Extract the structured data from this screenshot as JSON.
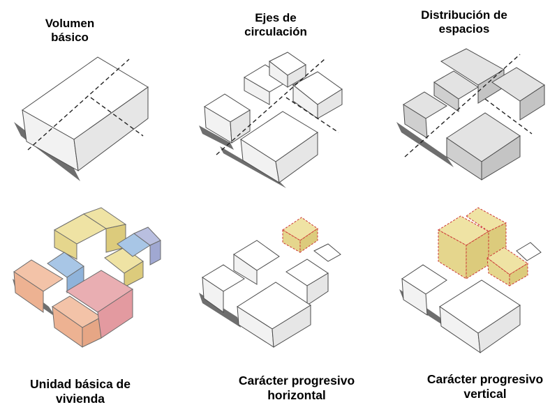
{
  "labels": {
    "volumen": "Volumen\nbásico",
    "ejes": "Ejes de\ncirculación",
    "distribucion": "Distribución de\nespacios",
    "unidad": "Unidad básica de\nvivienda",
    "horizontal": "Carácter progresivo\nhorizontal",
    "vertical": "Carácter progresivo\nvertical"
  },
  "colors": {
    "yellow": "#efe3a4",
    "blue": "#a8c6e6",
    "salmon": "#f3c3a8",
    "red": "#e39aa0",
    "lavender": "#b9bfe0",
    "gray": "#d9d9d9",
    "highlight": "#cc3333"
  }
}
